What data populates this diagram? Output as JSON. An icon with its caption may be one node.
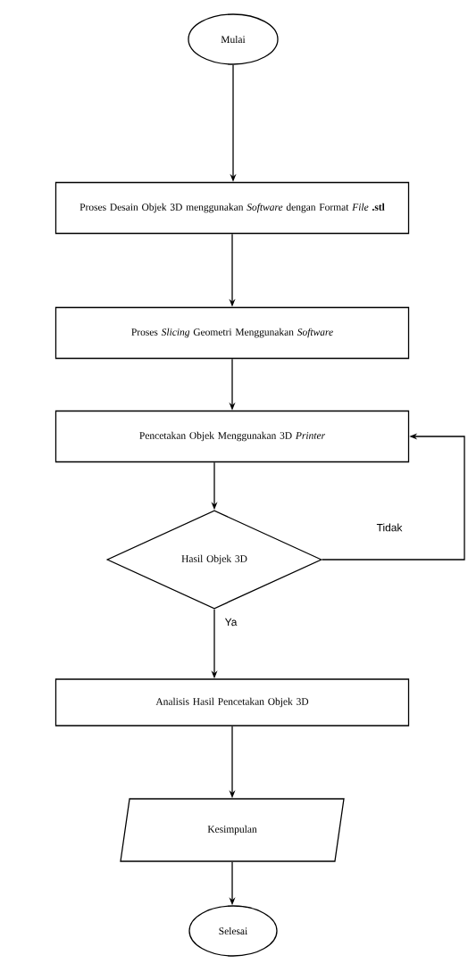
{
  "diagram": {
    "nodes": [
      {
        "text": [
          "Mulai"
        ]
      },
      {
        "text": [
          "Proses Desain Objek 3D menggunakan *Software* dengan Format *File* **.stl**"
        ]
      },
      {
        "text": [
          "Proses *Slicing* Geometri Menggunakan *Software*"
        ]
      },
      {
        "text": [
          "Pencetakan Objek Menggunakan 3D *Printer*"
        ]
      },
      {
        "text": [
          "Hasil Objek 3D"
        ]
      },
      {
        "text": [
          "Analisis Hasil Pencetakan Objek 3D"
        ]
      },
      {
        "text": [
          "Kesimpulan"
        ]
      },
      {
        "text": [
          "Selesai"
        ]
      }
    ],
    "edges": [
      {
        "from": 0,
        "to": 1,
        "arrow": "to"
      },
      {
        "from": 1,
        "to": 2,
        "arrow": "to"
      },
      {
        "from": 2,
        "to": 3,
        "arrow": "to"
      },
      {
        "from": 3,
        "to": 4,
        "arrow": "to"
      },
      {
        "from": 4,
        "to": 3,
        "arrow": "to",
        "label": "Tidak"
      },
      {
        "from": 4,
        "to": 5,
        "arrow": "to",
        "label": "Ya"
      },
      {
        "from": 5,
        "to": 6,
        "arrow": "to"
      },
      {
        "from": 6,
        "to": 7,
        "arrow": "to"
      }
    ]
  }
}
